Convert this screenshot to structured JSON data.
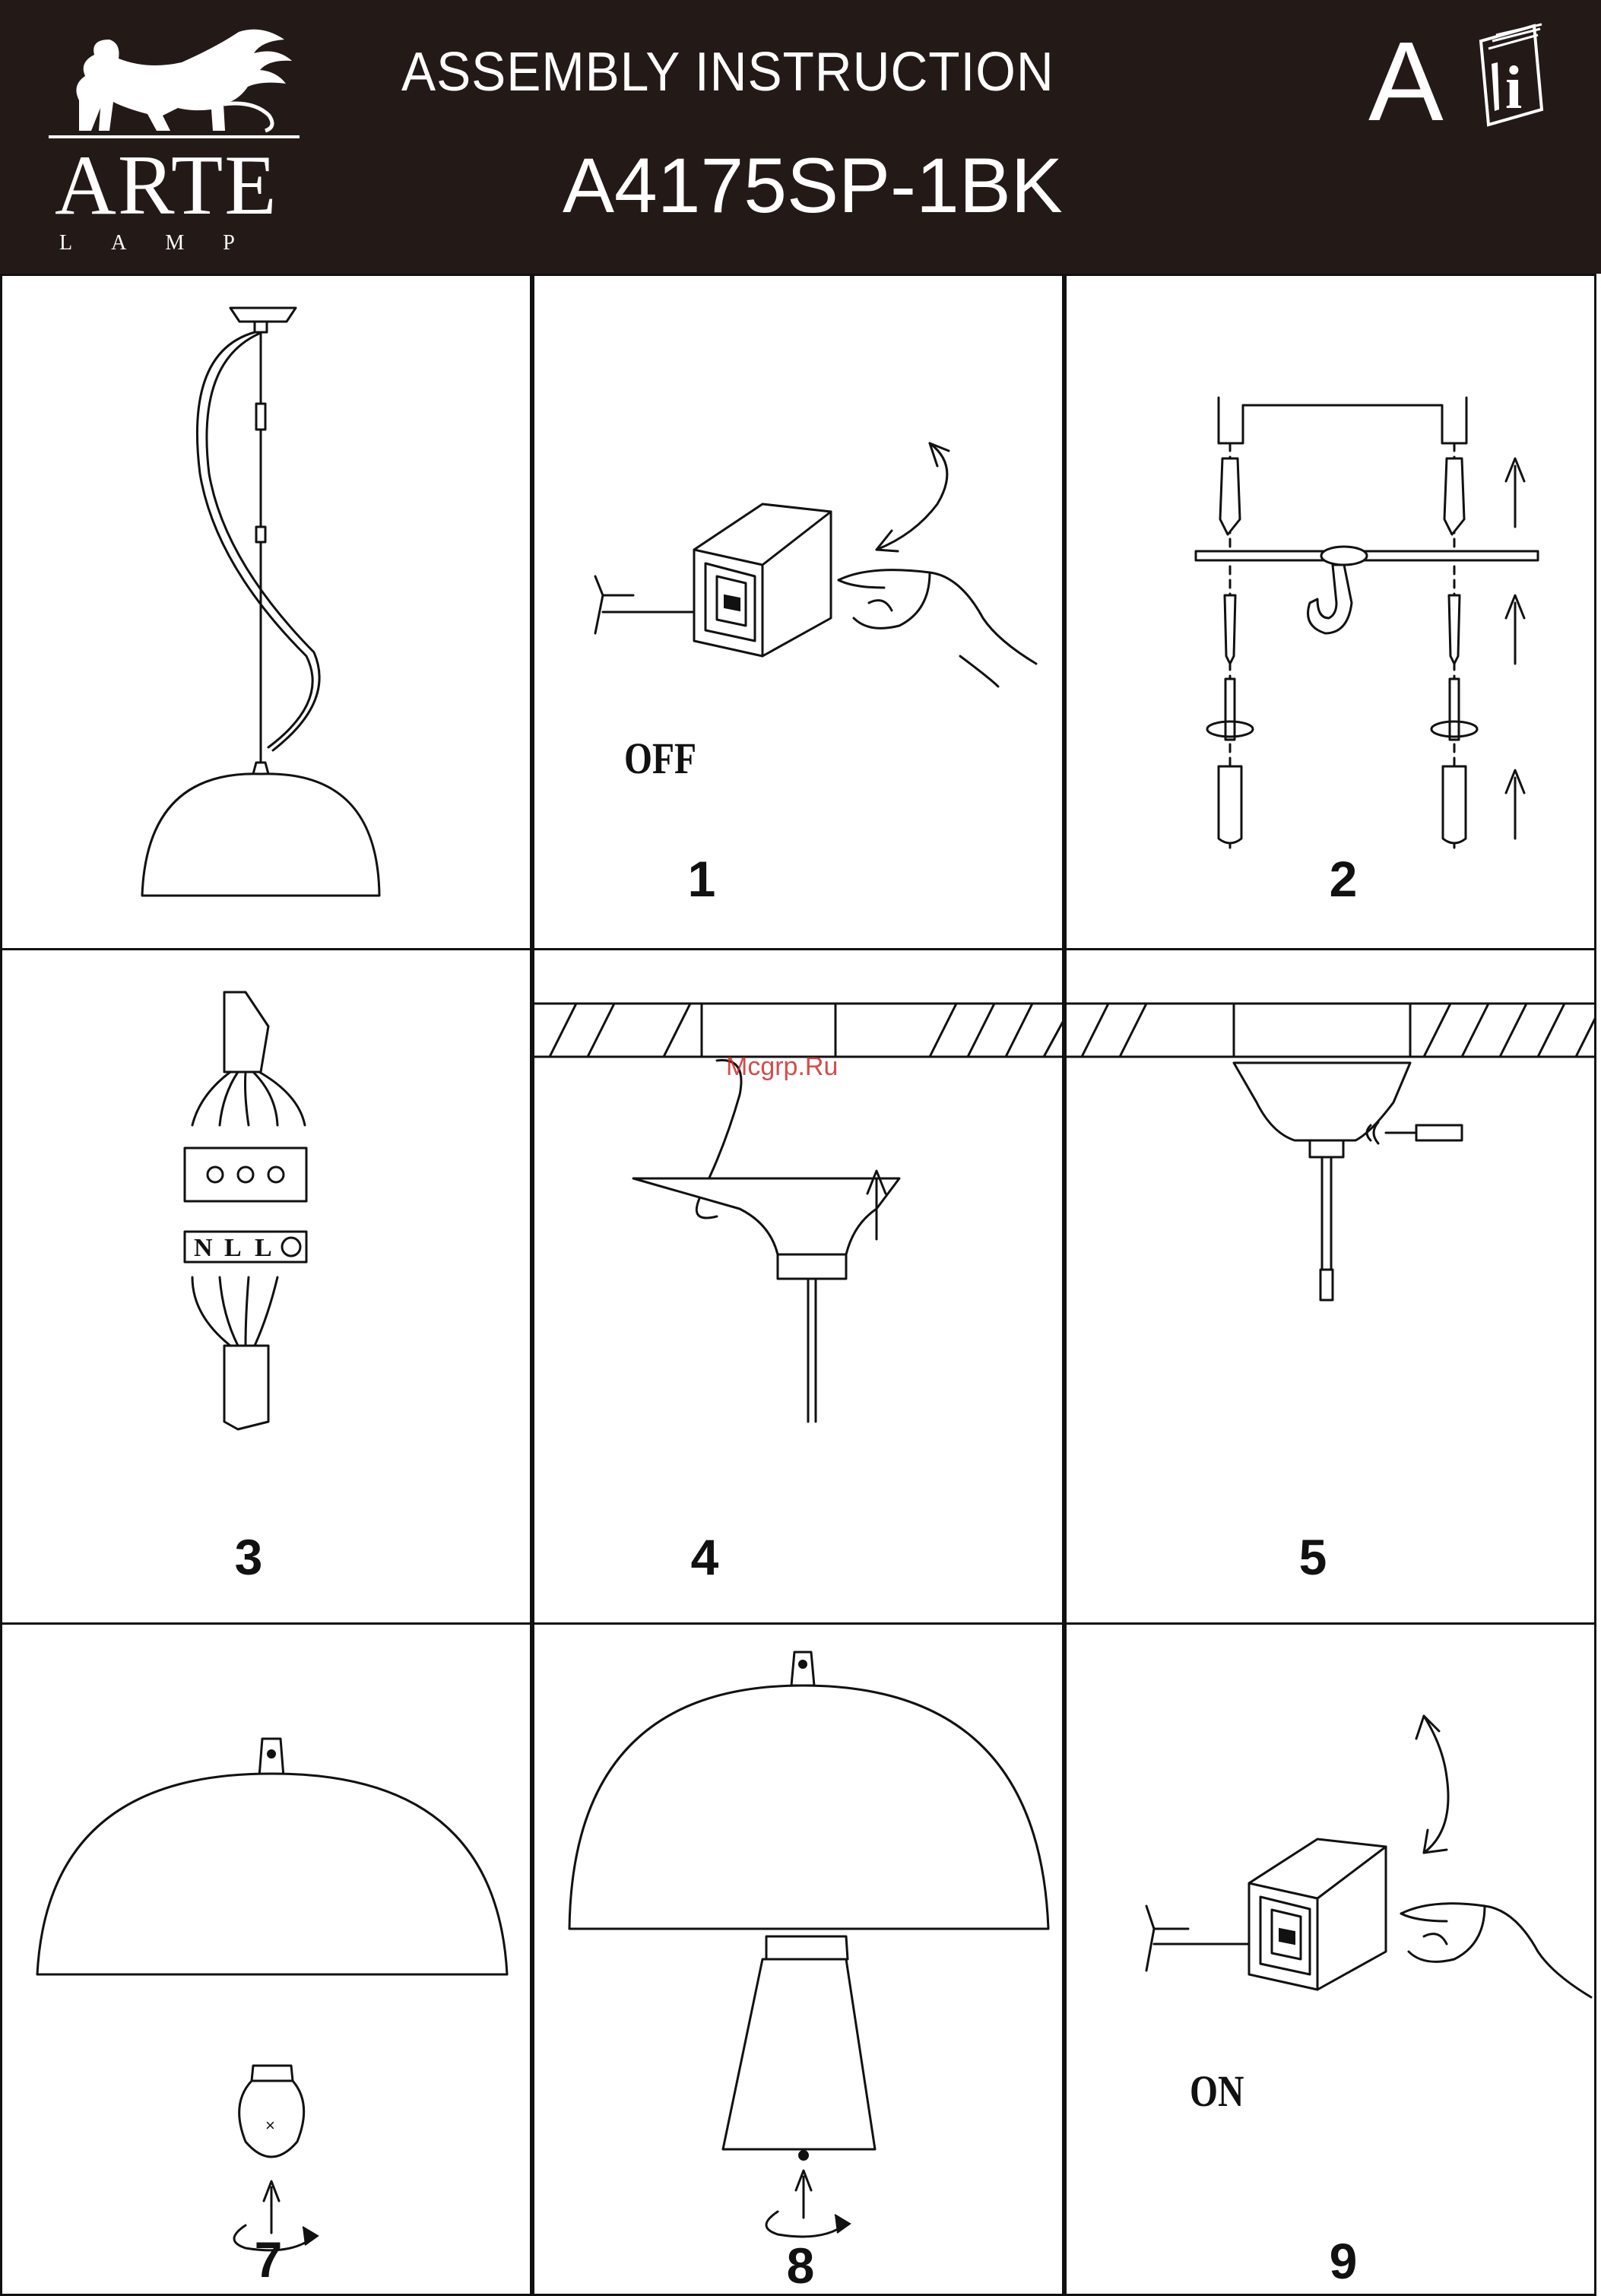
{
  "header": {
    "brand_name": "ARTE",
    "brand_sub": "LAMP",
    "title": "ASSEMBLY  INSTRUCTION",
    "model": "A4175SP-1BK",
    "language_code": "A",
    "info_icon": "instruction-book-icon",
    "background_color": "#231a18"
  },
  "steps": [
    {
      "panel": "overview",
      "number": ""
    },
    {
      "panel": "switch-off",
      "number": "1",
      "label": "OFF"
    },
    {
      "panel": "mounting-bracket",
      "number": "2"
    },
    {
      "panel": "wiring",
      "number": "3",
      "terminal_labels": [
        "N",
        "L",
        "L"
      ],
      "ground_symbol": "ground-icon"
    },
    {
      "panel": "hang-canopy",
      "number": "4"
    },
    {
      "panel": "fix-canopy",
      "number": "5"
    },
    {
      "panel": "bulb",
      "number": "7"
    },
    {
      "panel": "shade",
      "number": "8"
    },
    {
      "panel": "switch-on",
      "number": "9",
      "label": "ON"
    }
  ],
  "watermark": "Mcgrp.Ru"
}
